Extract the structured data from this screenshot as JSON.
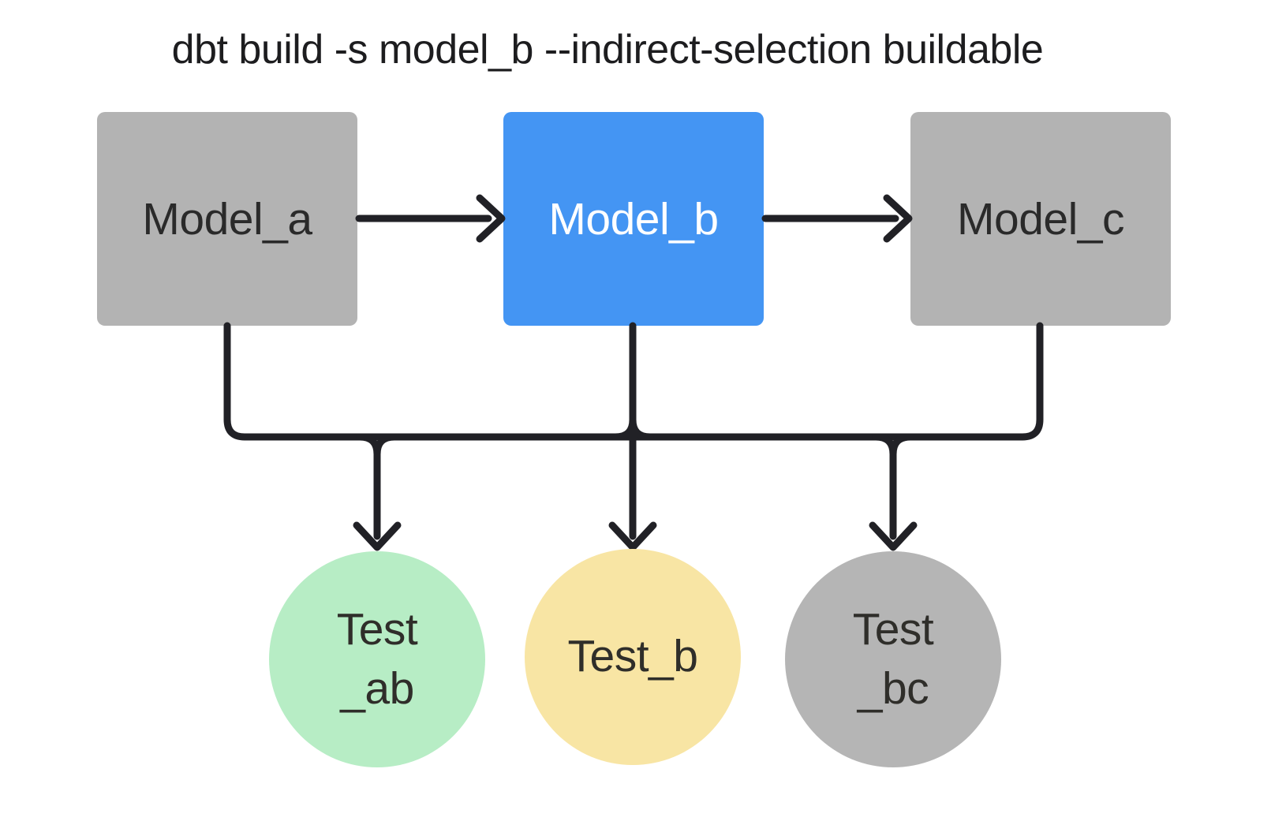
{
  "title": "dbt build -s model_b --indirect-selection buildable",
  "colors": {
    "background": "#ffffff",
    "title_text": "#1d1d1f",
    "connector": "#212126",
    "model_gray_bg": "#b3b3b3",
    "model_selected_bg": "#4495f3",
    "model_gray_text": "#2a2a2a",
    "model_selected_text": "#ffffff",
    "test_green_bg": "#b7edc5",
    "test_yellow_bg": "#f8e5a4",
    "test_gray_bg": "#b5b5b5",
    "test_text": "#2f2e2a"
  },
  "models": [
    {
      "id": "model_a",
      "label": "Model_a",
      "bg": "#b3b3b3",
      "text": "#2a2a2a"
    },
    {
      "id": "model_b",
      "label": "Model_b",
      "bg": "#4495f3",
      "text": "#ffffff"
    },
    {
      "id": "model_c",
      "label": "Model_c",
      "bg": "#b3b3b3",
      "text": "#2a2a2a"
    }
  ],
  "tests": [
    {
      "id": "test_ab",
      "lines": [
        "Test",
        "_ab"
      ],
      "bg": "#b7edc5",
      "text": "#2f2e2a"
    },
    {
      "id": "test_b",
      "lines": [
        "Test_b"
      ],
      "bg": "#f8e5a4",
      "text": "#2f2e2a"
    },
    {
      "id": "test_bc",
      "lines": [
        "Test",
        "_bc"
      ],
      "bg": "#b5b5b5",
      "text": "#2f2e2a"
    }
  ]
}
